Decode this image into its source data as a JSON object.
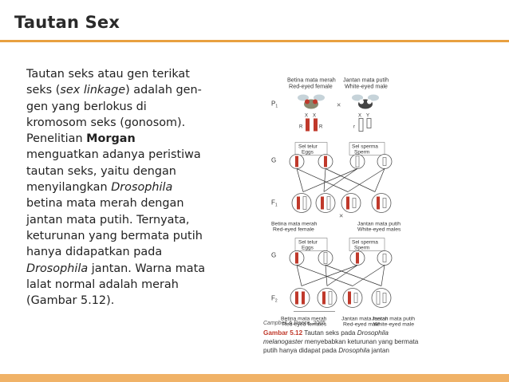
{
  "slide": {
    "title": "Tautan Sex",
    "paragraph": {
      "p1": "Tautan seks atau gen terikat seks (",
      "p1_italic": "sex linkage",
      "p2": ") adalah gen-gen yang berlokus di kromosom seks (gonosom). Penelitian ",
      "p2_bold": "Morgan",
      "p3": " menguatkan adanya peristiwa tautan seks, yaitu dengan menyilangkan ",
      "p3_italic": "Drosophila",
      "p4": " betina mata merah dengan jantan mata putih. Ternyata, keturunan yang bermata putih hanya didapatkan pada ",
      "p4_italic": "Drosophila",
      "p5": " jantan. Warna mata lalat normal adalah merah (Gambar 5.12)."
    }
  },
  "figure": {
    "p1_female_id": "Betina mata merah",
    "p1_female_en": "Red-eyed female",
    "p1_male_id": "Jantan mata putih",
    "p1_male_en": "White-eyed male",
    "cross": "×",
    "gen_p1": "P",
    "gen_p1_sub": "1",
    "gen_g": "G",
    "gen_f1": "F",
    "gen_f1_sub": "1",
    "gen_f2": "F",
    "gen_f2_sub": "2",
    "egg_id": "Sel telur",
    "egg_en": "Eggs",
    "sperm_id": "Sel sperma",
    "sperm_en": "Sperm",
    "f1_female_id": "Betina mata merah",
    "f1_female_en": "Red-eyed female",
    "f1_male_id": "Jantan mata putih",
    "f1_male_en": "White-eyed males",
    "f2_female_id": "Betina mata merah",
    "f2_female_en": "Red-eyed females",
    "f2_male_red_id": "Jantan mata merah",
    "f2_male_red_en": "Red-eyed male",
    "f2_male_white_id": "Jantan mata putih",
    "f2_male_white_en": "White-eyed male",
    "allele_R": "R",
    "allele_r": "r",
    "chrom_X": "X",
    "chrom_Y": "Y",
    "credit": "Campbell & Reece, 2005",
    "caption_label": "Gambar 5.12",
    "caption_text_1": " Tautan seks pada ",
    "caption_italic_1": "Drosophila melanogaster",
    "caption_text_2": " menyebabkan keturunan yang bermata putih hanya didapat pada ",
    "caption_italic_2": "Drosophila",
    "caption_text_3": " jantan"
  },
  "colors": {
    "accent_rule": "#e8a040",
    "bottom_bar": "#f0b267",
    "chrom_red": "#c0392b",
    "caption_red": "#c0392b"
  }
}
